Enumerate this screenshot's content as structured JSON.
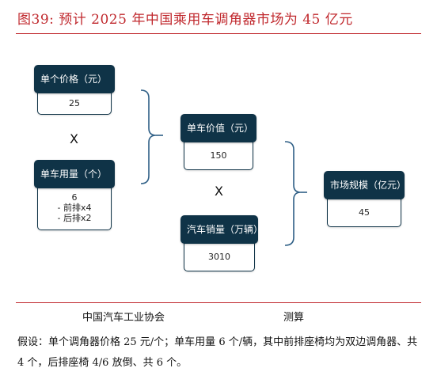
{
  "title": "图39:  预计 2025 年中国乘用车调角器市场为 45 亿元",
  "nodes": {
    "unit_price": {
      "label": "单个价格（元）",
      "value": "25"
    },
    "units_per_car": {
      "label": "单车用量（个）",
      "values": [
        "6",
        "- 前排x4",
        "- 后排x2"
      ]
    },
    "value_per_car": {
      "label": "单车价值（元）",
      "value": "150"
    },
    "car_sales": {
      "label": "汽车销量（万辆）",
      "value": "3010"
    },
    "market_size": {
      "label": "市场规模（亿元）",
      "value": "45"
    }
  },
  "operators": {
    "multiply_left": "X",
    "multiply_right": "X"
  },
  "footer": {
    "source_left": "中国汽车工业协会",
    "source_right": "测算",
    "note": "假设：单个调角器价格 25 元/个；单车用量 6 个/辆，其中前排座椅均为双边调角器、共 4 个，后排座椅 4/6 放倒、共 6 个。"
  },
  "colors": {
    "title_red": "#c0282d",
    "node_header": "#0f3347",
    "bracket": "#2f5f86"
  }
}
